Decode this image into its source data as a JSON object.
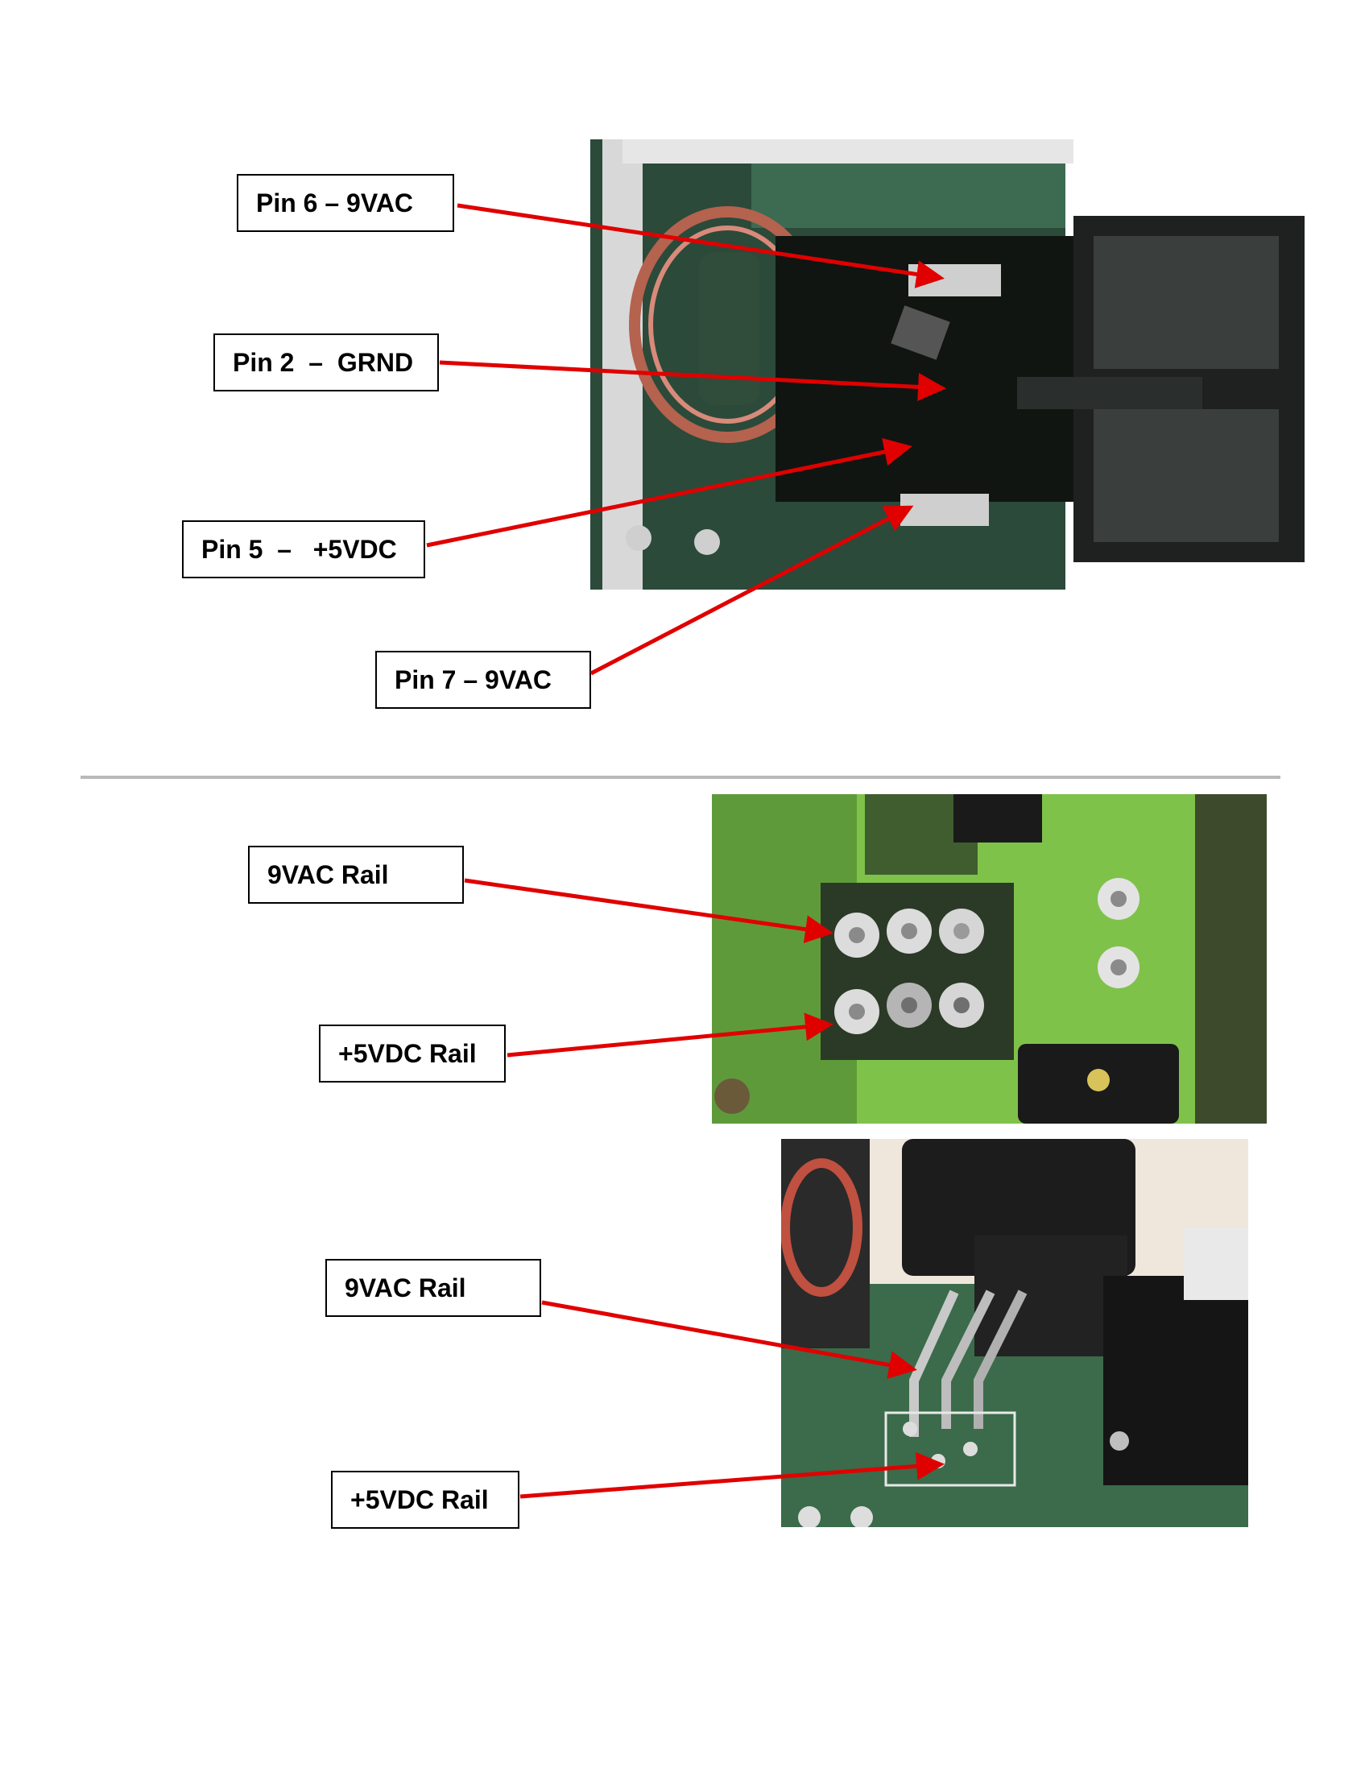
{
  "section_top": {
    "labels": {
      "pin6": "Pin 6 – 9VAC",
      "pin2": "Pin 2  –  GRND",
      "pin5": "Pin 5  –   +5VDC",
      "pin7": "Pin 7 – 9VAC"
    }
  },
  "section_middle": {
    "labels": {
      "vac_rail": "9VAC Rail",
      "vdc_rail": "+5VDC Rail"
    }
  },
  "section_bottom": {
    "labels": {
      "vac_rail": "9VAC Rail",
      "vdc_rail": "+5VDC Rail"
    }
  },
  "colors": {
    "arrow": "#e00000",
    "divider": "#b9b9b9"
  }
}
